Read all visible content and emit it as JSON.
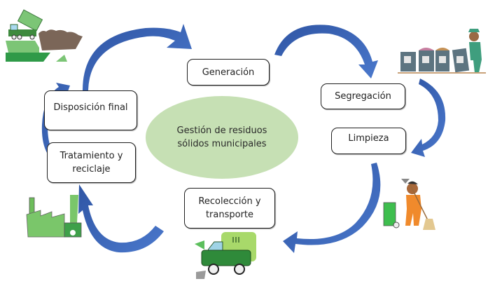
{
  "diagram": {
    "title": "Gestión de residuos sólidos municipales",
    "center": {
      "label": "Gestión de residuos\nsólidos municipales",
      "color": "#c6e0b4"
    },
    "arrow_color": "#3c64b4",
    "stages": [
      {
        "id": "generacion",
        "label": "Generación"
      },
      {
        "id": "segregacion",
        "label": "Segregación"
      },
      {
        "id": "limpieza",
        "label": "Limpieza"
      },
      {
        "id": "recoleccion",
        "label": "Recolección y\ntransporte"
      },
      {
        "id": "tratamiento",
        "label": "Tratamiento y\nreciclaje"
      },
      {
        "id": "disposicion",
        "label": "Disposición final"
      }
    ],
    "illustrations": [
      {
        "name": "landfill-truck-illustration",
        "depicts": "dump truck unloading at landfill"
      },
      {
        "name": "waste-bins-illustration",
        "depicts": "worker with sorting bins"
      },
      {
        "name": "street-sweeper-illustration",
        "depicts": "sweeper with broom and bin"
      },
      {
        "name": "garbage-truck-illustration",
        "depicts": "green collection truck"
      },
      {
        "name": "recycling-factory-illustration",
        "depicts": "green factory with recycling plant"
      }
    ]
  }
}
